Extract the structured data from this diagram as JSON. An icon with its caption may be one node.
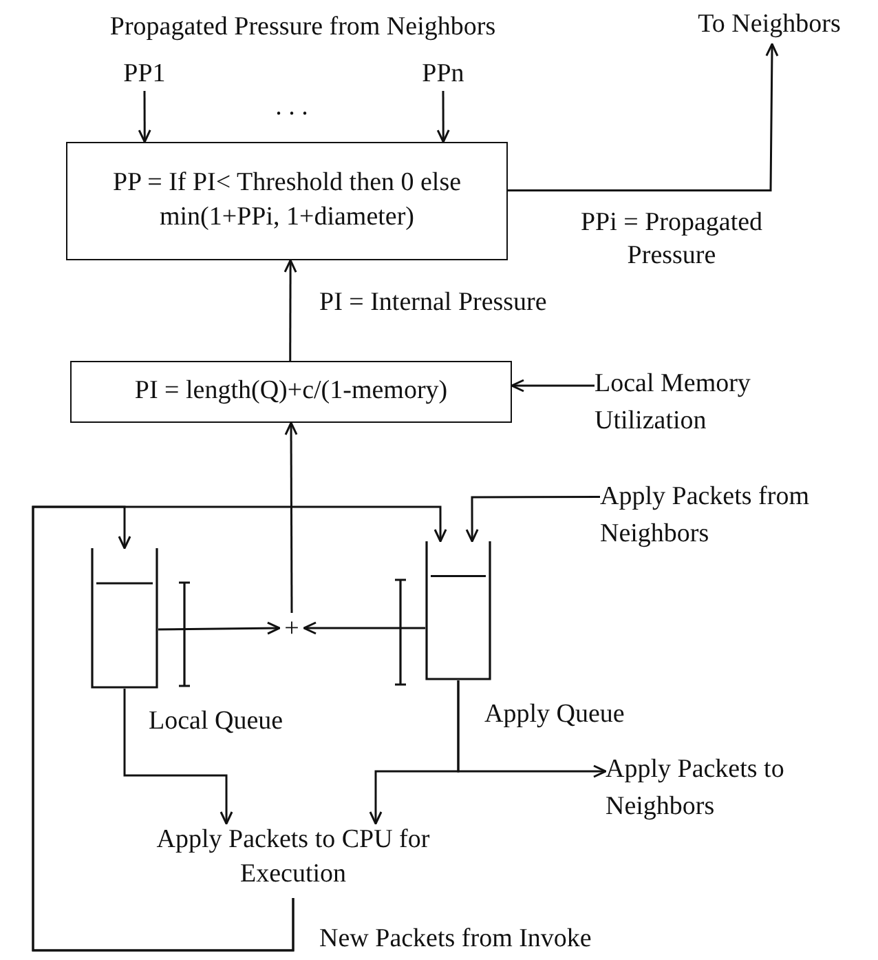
{
  "diagram": {
    "nodes": [
      {
        "text": [
          "PP1"
        ]
      },
      {
        "text": [
          "PPn"
        ]
      },
      {
        "text": [
          "PP = If PI< Threshold then 0 else min(1+PPi, 1+diameter)"
        ]
      },
      {
        "text": [
          "To Neighbors"
        ]
      },
      {
        "text": [
          "PI = length(Q)+c/(1-memory)"
        ]
      },
      {
        "text": [
          "Local Memory Utilization"
        ]
      },
      {
        "text": [
          "Apply Packets from Neighbors"
        ]
      },
      {
        "text": [],
        "shape": "box",
        "beside": [
          "Local Queue"
        ]
      },
      {
        "text": [],
        "shape": "box",
        "beside": [
          "Apply Queue"
        ]
      },
      {
        "text": [
          "+"
        ]
      },
      {
        "text": [
          "Apply Packets to CPU for Execution"
        ]
      },
      {
        "text": [
          "Apply Packets to Neighbors"
        ]
      }
    ],
    "edges": [
      {
        "from": 0,
        "to": 2,
        "arrow": "to"
      },
      {
        "from": 1,
        "to": 2,
        "arrow": "to"
      },
      {
        "from": 2,
        "to": 3,
        "arrow": "to",
        "label": "PPi = Propagated Pressure"
      },
      {
        "from": 4,
        "to": 2,
        "arrow": "to",
        "label": "PI = Internal Pressure"
      },
      {
        "from": 5,
        "to": 4,
        "arrow": "to"
      },
      {
        "from": 9,
        "to": 4,
        "arrow": "to"
      },
      {
        "from": 6,
        "to": 8,
        "arrow": "to"
      },
      {
        "from": 10,
        "to": 7,
        "arrow": "to",
        "label": "New Packets from Invoke"
      },
      {
        "from": 10,
        "to": 8,
        "arrow": "to"
      },
      {
        "from": 7,
        "to": 9,
        "arrow": "to"
      },
      {
        "from": 8,
        "to": 9,
        "arrow": "to"
      },
      {
        "from": 7,
        "to": 10,
        "arrow": "to"
      },
      {
        "from": 8,
        "to": 10,
        "arrow": "to"
      },
      {
        "from": 8,
        "to": 11,
        "arrow": "to"
      }
    ],
    "labels": [
      "Propagated Pressure from Neighbors",
      ". . ."
    ]
  }
}
